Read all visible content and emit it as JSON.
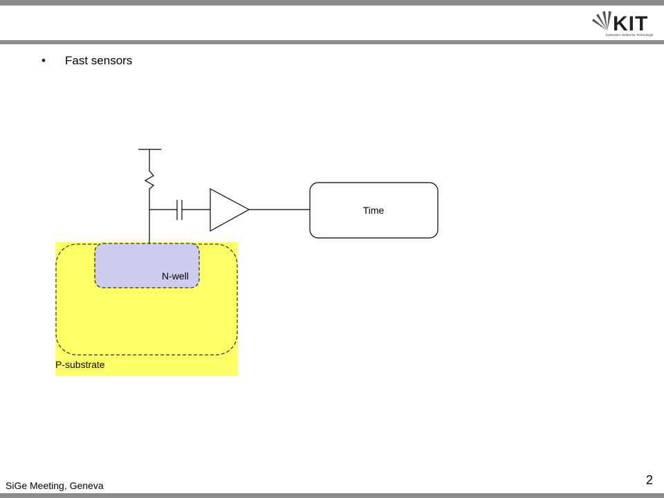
{
  "slide": {
    "bullet": "•",
    "bullet_text": "Fast sensors",
    "footer": "SiGe Meeting, Geneva",
    "page_number": "2"
  },
  "logo": {
    "mark": "KIT",
    "subtitle": "Karlsruher Institut für Technologie"
  },
  "diagram": {
    "time_label": "Time",
    "nwell_label": "N-well",
    "psubstrate_label": "P-substrate"
  },
  "colors": {
    "bars": "#8c8c8c",
    "psubstrate_fill": "#ffff66",
    "nwell_fill": "#ccccee",
    "line": "#000000"
  }
}
